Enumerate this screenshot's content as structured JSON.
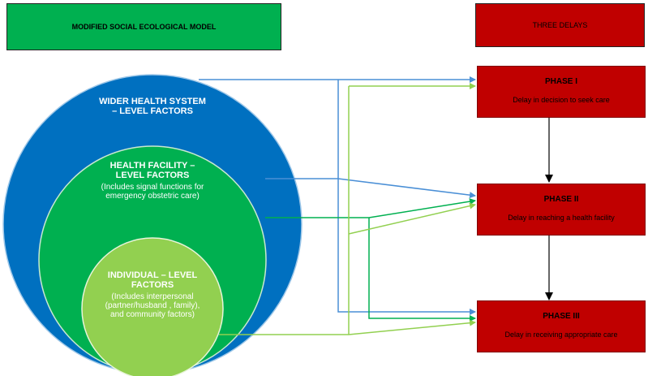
{
  "headers": {
    "left": "MODIFIED SOCIAL ECOLOGICAL MODEL",
    "right": "THREE DELAYS"
  },
  "circles": {
    "outer": {
      "title": "WIDER HEALTH SYSTEM – LEVEL FACTORS"
    },
    "middle": {
      "title": "HEALTH FACILITY – LEVEL FACTORS",
      "note": "(Includes signal functions for emergency obstetric care)"
    },
    "inner": {
      "title": "INDIVIDUAL – LEVEL FACTORS",
      "note": "(Includes interpersonal (partner/husband , family), and community factors)"
    }
  },
  "phases": [
    {
      "title": "PHASE I",
      "desc": "Delay in decision to seek care"
    },
    {
      "title": "PHASE II",
      "desc": "Delay in reaching a health facility"
    },
    {
      "title": "PHASE III",
      "desc": "Delay in receiving appropriate care"
    }
  ],
  "colors": {
    "outer": "#0070c0",
    "middle": "#00b050",
    "inner": "#92d050",
    "phase": "#c00000"
  }
}
